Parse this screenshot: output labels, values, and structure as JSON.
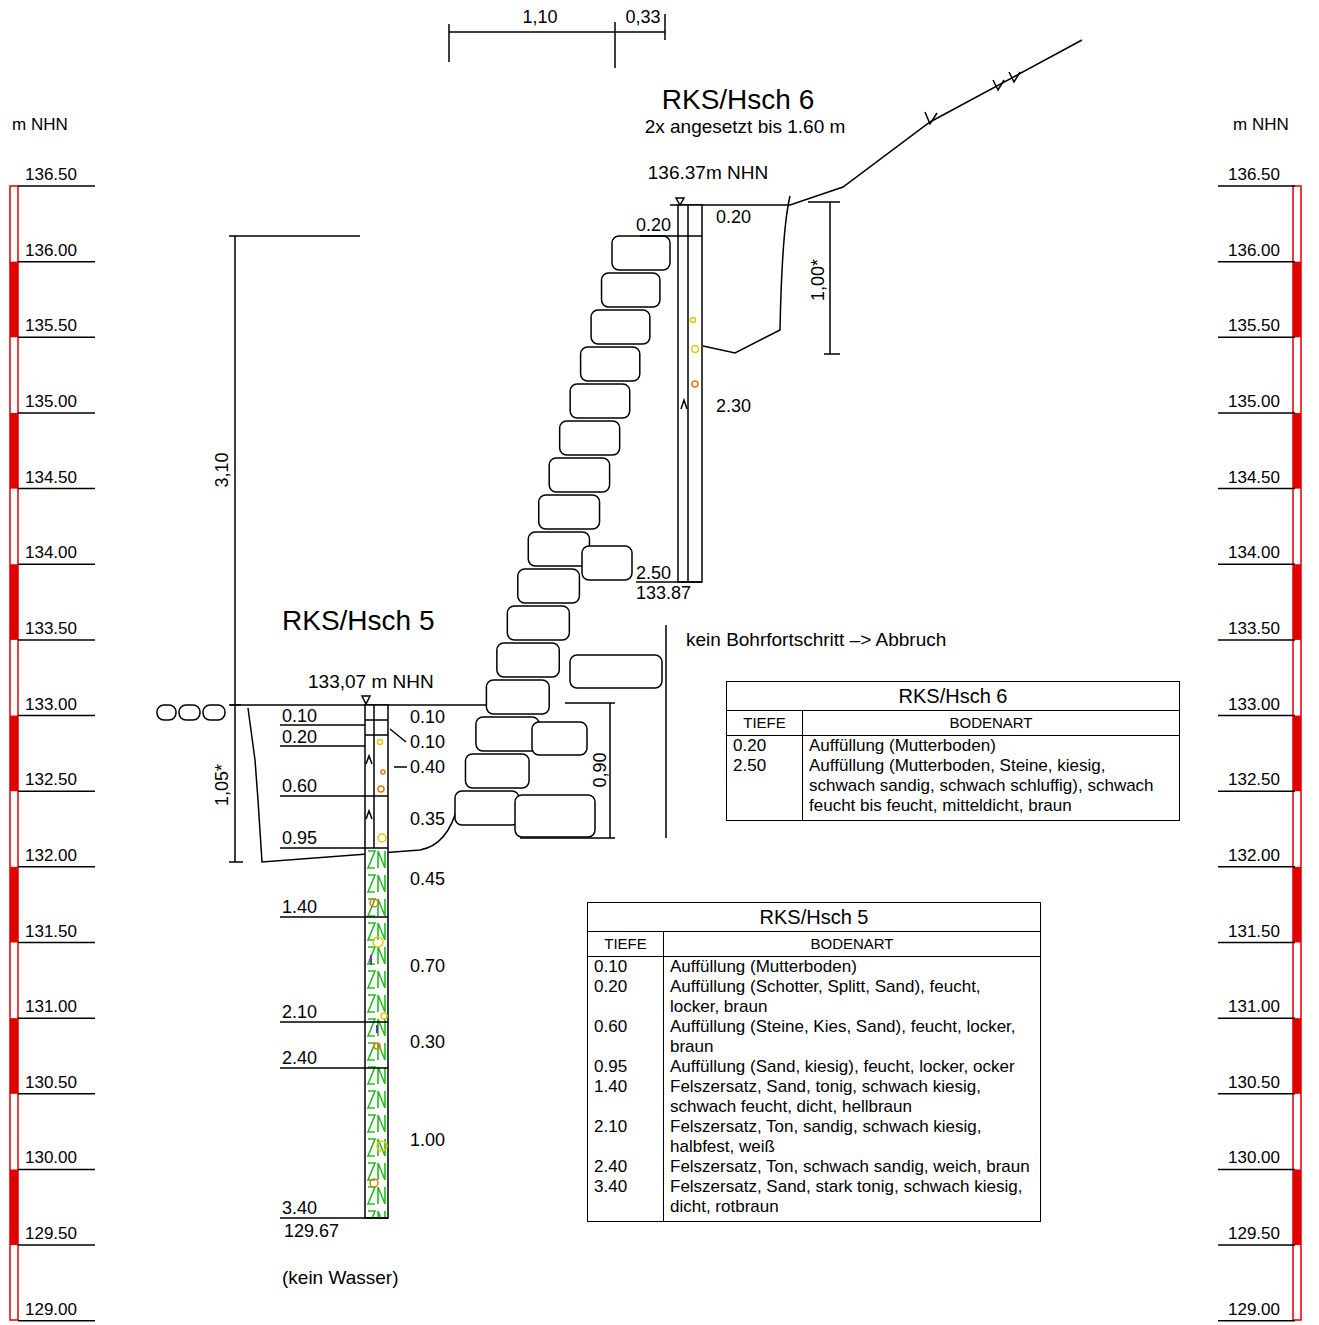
{
  "diagram": {
    "nodes": [
      {
        "text": [
          "RKS/Hsch 6",
          "TIEFE",
          "BODENART",
          "0.20",
          "Auffüllung (Mutterboden)",
          "2.50",
          "Auffüllung (Mutterboden, Steine, kiesig, schwach sandig, schwach schluffig), schwach feucht bis feucht, mitteldicht, braun"
        ]
      },
      {
        "text": [
          "RKS/Hsch 5",
          "TIEFE",
          "BODENART",
          "0.10",
          "Auffüllung (Mutterboden)",
          "0.20",
          "Auffüllung (Schotter, Splitt, Sand), feucht, locker, braun",
          "0.60",
          "Auffüllung (Steine, Kies, Sand), feucht, locker, braun",
          "0.95",
          "Auffüllung (Sand, kiesig), feucht, locker, ocker",
          "1.40",
          "Felszersatz, Sand, tonig, schwach kiesig, schwach feucht, dicht, hellbraun",
          "2.10",
          "Felszersatz, Ton, sandig, schwach kiesig, halbfest, weiß",
          "2.40",
          "Felszersatz, Ton, schwach sandig, weich, braun",
          "3.40",
          "Felszersatz, Sand, stark tonig, schwach kiesig, dicht, rotbraun"
        ]
      }
    ],
    "labels": [
      "m NHN",
      "m NHN",
      "136.50",
      "136.00",
      "135.50",
      "135.00",
      "134.50",
      "134.00",
      "133.50",
      "133.00",
      "132.50",
      "132.00",
      "131.50",
      "131.00",
      "130.50",
      "130.00",
      "129.50",
      "129.00",
      "136.50",
      "136.00",
      "135.50",
      "135.00",
      "134.50",
      "134.00",
      "133.50",
      "133.00",
      "132.50",
      "132.00",
      "131.50",
      "131.00",
      "130.50",
      "130.00",
      "129.50",
      "129.00",
      "1,10",
      "0,33",
      "RKS/Hsch 6",
      "2x angesetzt bis 1.60 m",
      "136.37m NHN",
      "0.20",
      "0.20",
      "1,00*",
      "2.30",
      "2.50",
      "133.87",
      "kein Bohrfortschritt –> Abbruch",
      "3,10",
      "RKS/Hsch 5",
      "133,07 m NHN",
      "0.10",
      "0.20",
      "0.60",
      "0.95",
      "1.40",
      "2.10",
      "2.40",
      "3.40",
      "129.67",
      "0.10",
      "0.10",
      "0.40",
      "0.35",
      "0.45",
      "0.70",
      "0.30",
      "1.00",
      "1,05*",
      "0,90",
      "(kein Wasser)"
    ]
  }
}
